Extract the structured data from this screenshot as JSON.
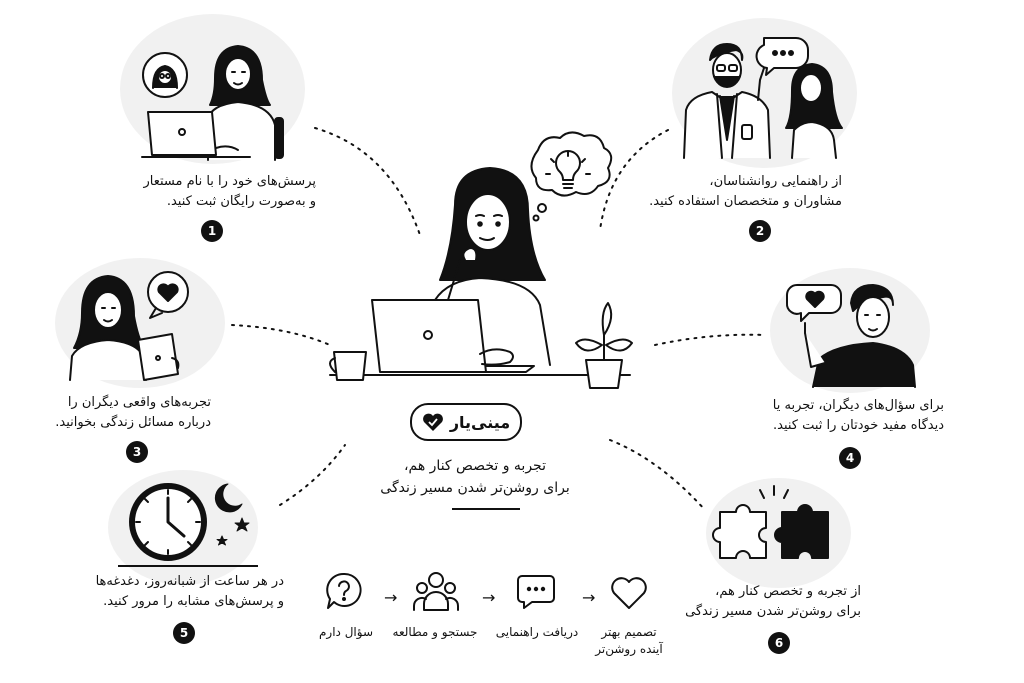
{
  "brand": {
    "name": "مینی‌یار"
  },
  "tagline": {
    "line1": "تجربه و تخصص کنار هم،",
    "line2": "برای روشن‌تر شدن مسیر زندگی"
  },
  "steps": [
    {
      "num": "1",
      "line1": "پرسش‌های خود را با نام مستعار",
      "line2": "و به‌صورت رایگان ثبت کنید."
    },
    {
      "num": "2",
      "line1": "از راهنمایی روانشناسان،",
      "line2": "مشاوران و متخصصان استفاده کنید."
    },
    {
      "num": "3",
      "line1": "تجربه‌های واقعی دیگران را",
      "line2": "درباره مسائل زندگی بخوانید."
    },
    {
      "num": "4",
      "line1": "برای سؤال‌های دیگران، تجربه یا",
      "line2": "دیدگاه مفید خودتان را ثبت کنید."
    },
    {
      "num": "5",
      "line1": "در هر ساعت از شبانه‌روز، دغدغه‌ها",
      "line2": "و پرسش‌های مشابه را مرور کنید."
    },
    {
      "num": "6",
      "line1": "از تجربه و تخصص کنار هم،",
      "line2": "برای روشن‌تر شدن مسیر زندگی"
    }
  ],
  "flow": [
    {
      "label": "سؤال دارم",
      "icon": "question-icon"
    },
    {
      "label": "جستجو و مطالعه",
      "icon": "people-group-icon"
    },
    {
      "label": "دریافت راهنمایی",
      "icon": "chat-bubble-icon"
    },
    {
      "label": "تصمیم بهتر",
      "label2": "آینده روشن‌تر",
      "icon": "heart-icon"
    }
  ],
  "arrow": "→",
  "colors": {
    "ink": "#111111",
    "blob": "#f1f1f1",
    "background": "#ffffff"
  }
}
